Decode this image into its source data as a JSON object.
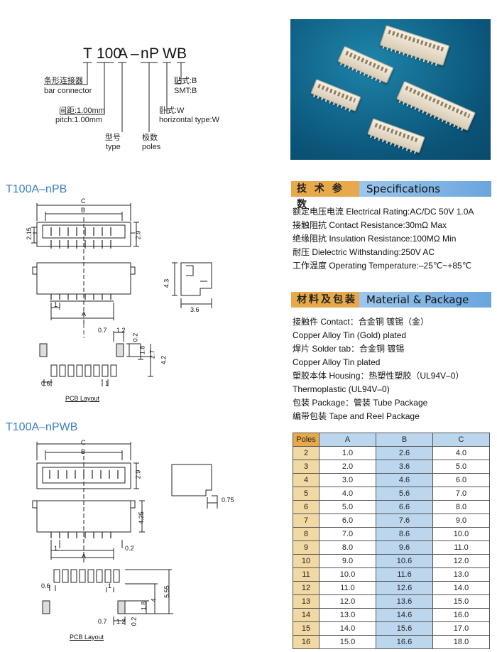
{
  "part_number": {
    "segments": [
      "T",
      "100",
      "A",
      "–",
      "n",
      "P",
      "W",
      "B"
    ]
  },
  "part_notes": {
    "bar_cn": "条形连接器",
    "bar_en": "bar connector",
    "pitch_cn": "间距:1.00mm",
    "pitch_en": "pitch:1.00mm",
    "type_cn": "型号",
    "type_en": "type",
    "poles_cn": "极数",
    "poles_en": "poles",
    "horiz_cn": "卧式:W",
    "horiz_en": "horizontal type:W",
    "smt_cn": "贴式:B",
    "smt_en": "SMT:B"
  },
  "photo": {
    "icon": "connector-product-photo"
  },
  "sections": {
    "npb_title": "T100A–nPB",
    "npwb_title": "T100A–nPWB"
  },
  "drawing_npb": {
    "C": "C",
    "B": "B",
    "A": "A",
    "d215": "2.15",
    "d29": "2.9",
    "d43": "4.3",
    "d36": "3.6",
    "d1": "1",
    "d07": "0.7",
    "d12": "1.2",
    "d02": "0.2",
    "d18": "1.8",
    "d27": "2.7",
    "d42": "4.2",
    "d06": "0.6",
    "d1b": "1",
    "pcb": "PCB Layout"
  },
  "drawing_npwb": {
    "C": "C",
    "B": "B",
    "A": "A",
    "d29": "2.9",
    "d075": "0.75",
    "d425": "4.25",
    "d1": "1",
    "d02": "0.2",
    "d06": "0.6",
    "d1b": "1",
    "d555": "5.55",
    "d4": "4",
    "d18": "1.8",
    "d07": "0.7",
    "d12": "1.2",
    "d02b": "0.2",
    "pcb": "PCB Layout"
  },
  "specs": {
    "banner_cn": "技 术 参 数",
    "banner_en": "Specifications",
    "lines": [
      "额定电压电流 Electrical Rating:AC/DC 50V 1.0A",
      "接触阻抗 Contact Resistance:30mΩ Max",
      "绝缘阻抗 Insulation Resistance:100MΩ Min",
      "耐压 Dielectric Withstanding:250V AC",
      "工作温度 Operating Temperature:–25℃~+85℃"
    ]
  },
  "material": {
    "banner_cn": "材料及包装",
    "banner_en": "Material & Package",
    "lines": [
      "接触件 Contact：合金铜 镀锡（金）",
      "Copper Alloy Tin (Gold) plated",
      "焊片 Solder tab：合金铜 镀锡",
      "Copper Alloy Tin plated",
      "塑胶本体 Housing：热塑性塑胶（UL94V–0）",
      "Thermoplastic (UL94V–0)",
      "包装 Package：管装 Tube Package",
      "编带包装 Tape and Reel Package"
    ]
  },
  "table": {
    "headers": [
      "Poles",
      "A",
      "B",
      "C"
    ],
    "rows": [
      [
        "2",
        "1.0",
        "2.6",
        "4.0"
      ],
      [
        "3",
        "2.0",
        "3.6",
        "5.0"
      ],
      [
        "4",
        "3.0",
        "4.6",
        "6.0"
      ],
      [
        "5",
        "4.0",
        "5.6",
        "7.0"
      ],
      [
        "6",
        "5.0",
        "6.6",
        "8.0"
      ],
      [
        "7",
        "6.0",
        "7.6",
        "9.0"
      ],
      [
        "8",
        "7.0",
        "8.6",
        "10.0"
      ],
      [
        "9",
        "8.0",
        "9.6",
        "11.0"
      ],
      [
        "10",
        "9.0",
        "10.6",
        "12.0"
      ],
      [
        "11",
        "10.0",
        "11.6",
        "13.0"
      ],
      [
        "12",
        "11.0",
        "12.6",
        "14.0"
      ],
      [
        "13",
        "12.0",
        "13.6",
        "15.0"
      ],
      [
        "14",
        "13.0",
        "14.6",
        "16.0"
      ],
      [
        "15",
        "14.0",
        "15.6",
        "17.0"
      ],
      [
        "16",
        "15.0",
        "16.6",
        "18.0"
      ]
    ]
  }
}
